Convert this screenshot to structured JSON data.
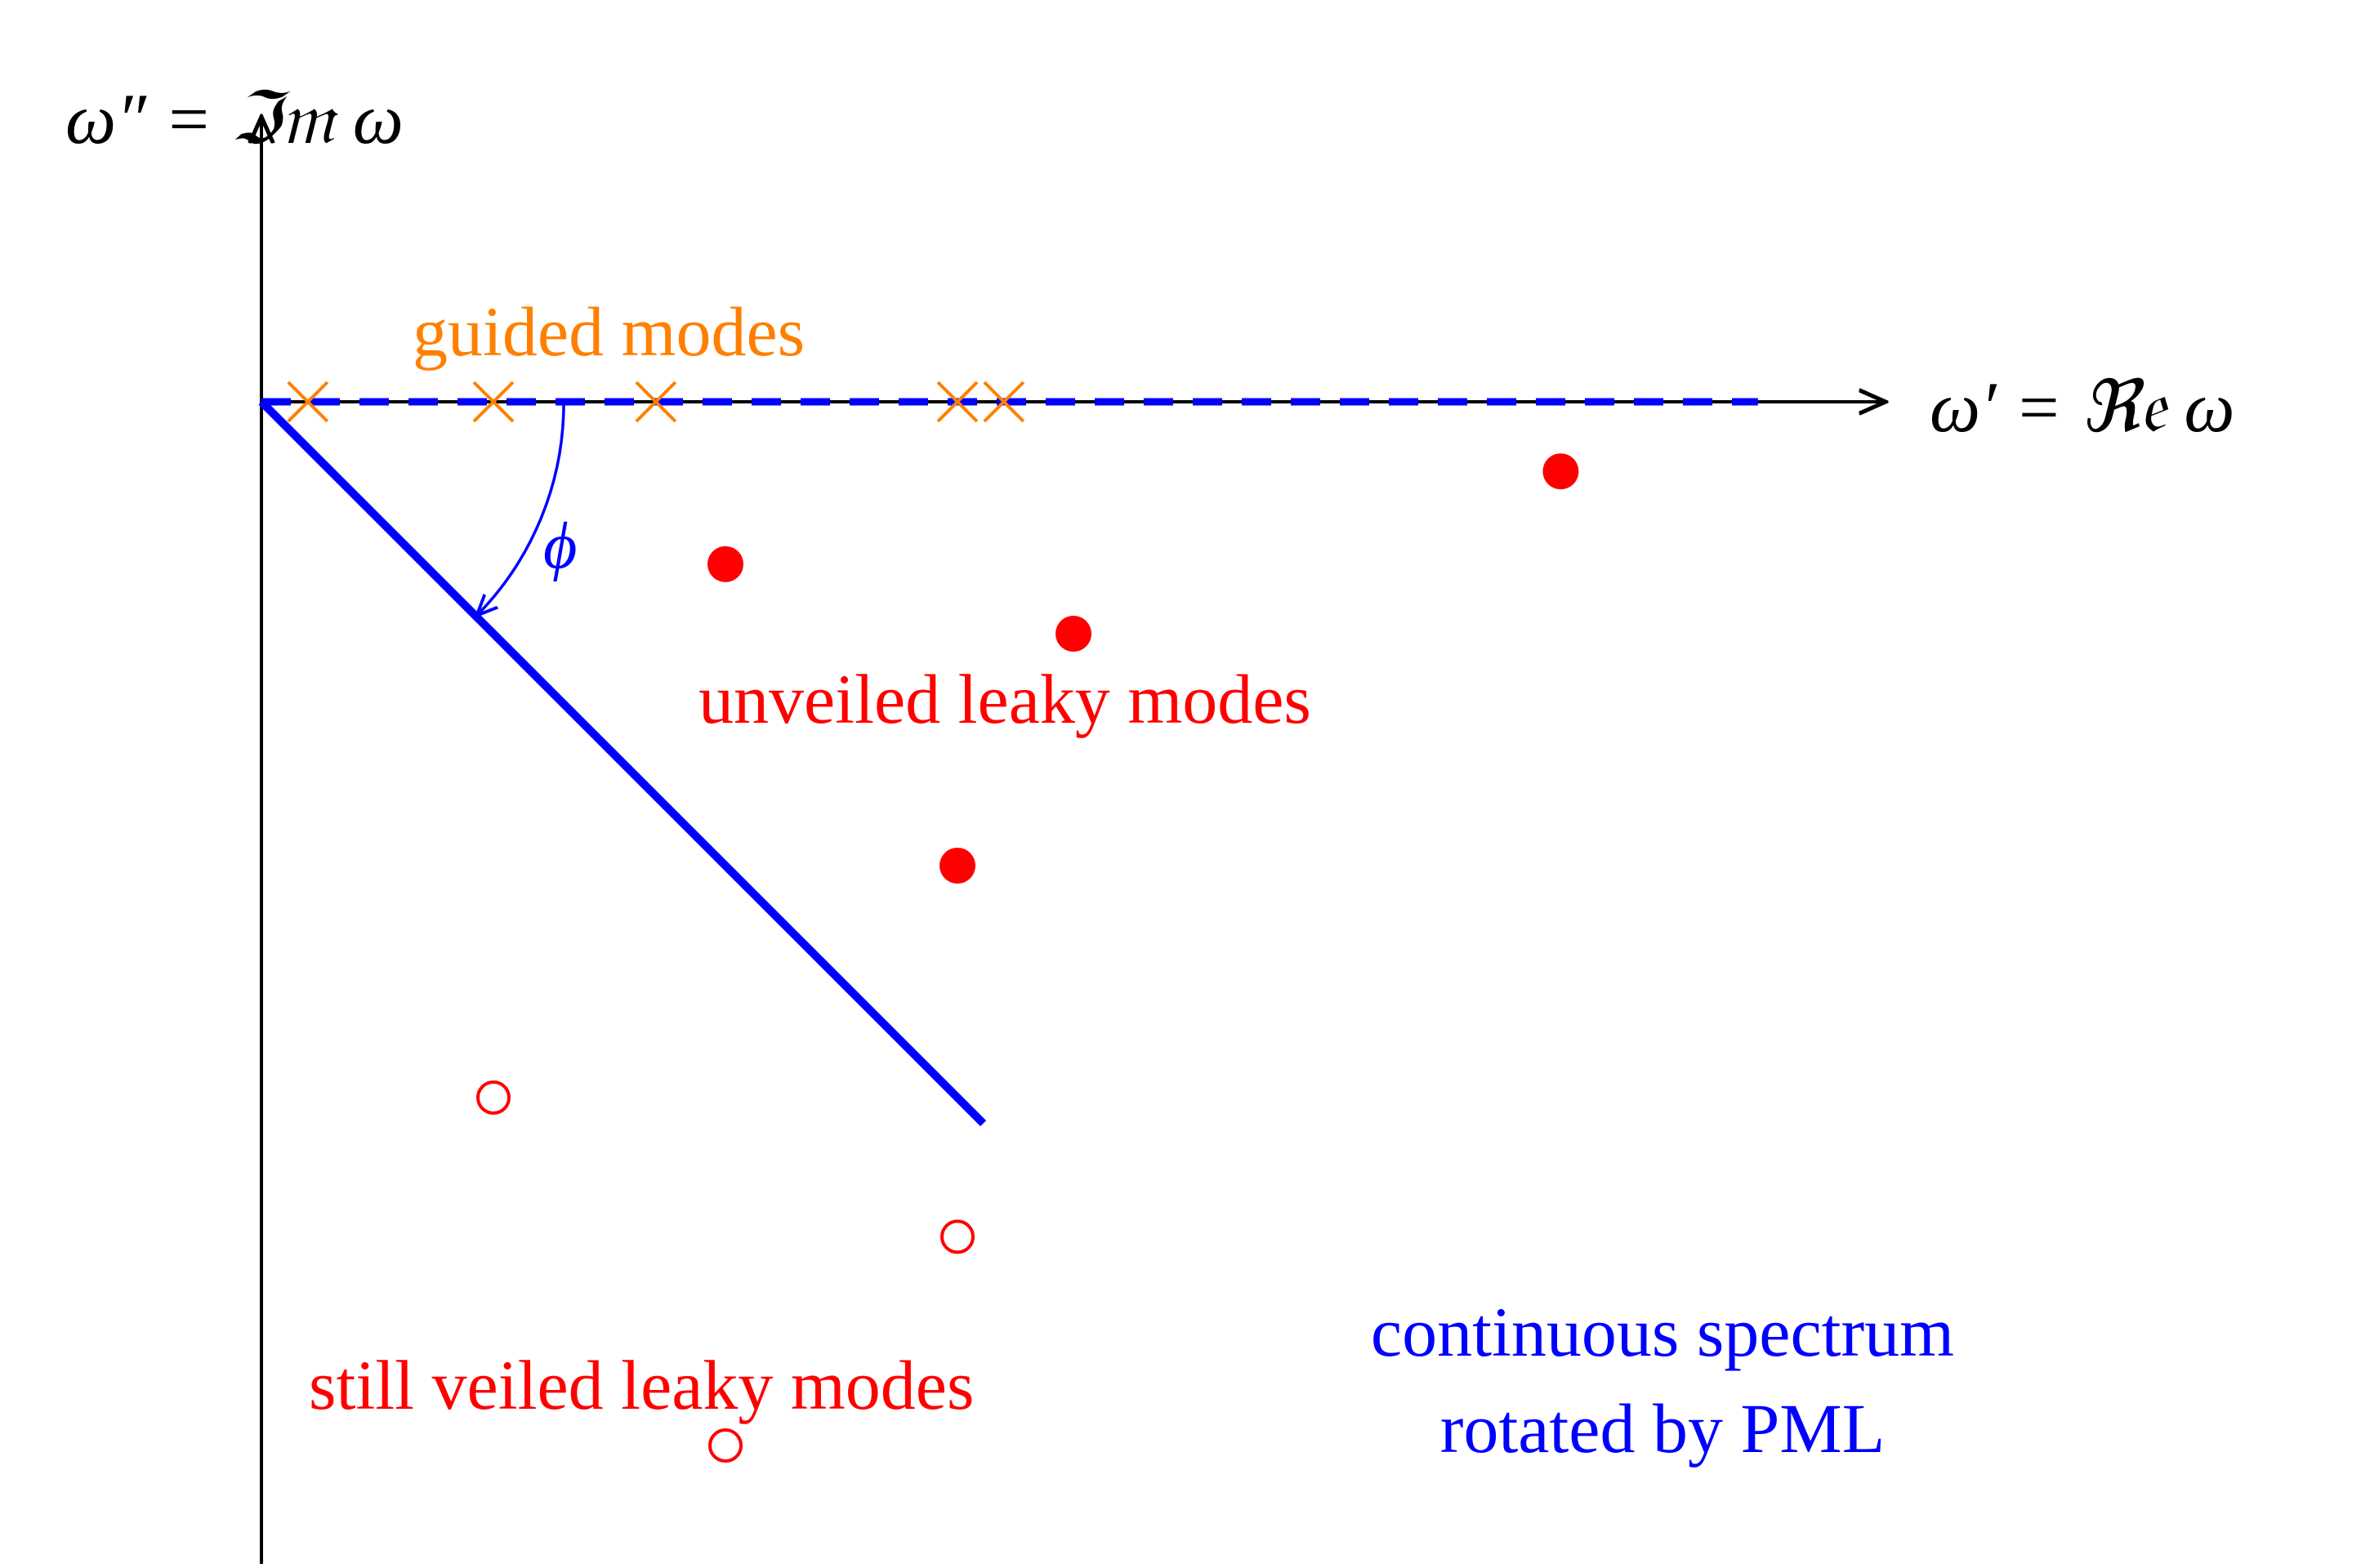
{
  "colors": {
    "axis": "#000000",
    "continuous": "#0000ff",
    "guided": "#ff8000",
    "leaky": "#ff0000"
  },
  "axes": {
    "x_label": "ω′ = ℜ𝔢 ω",
    "y_label": "ω″ = ℑ𝔪 ω"
  },
  "labels": {
    "guided_modes": "guided modes",
    "unveiled_leaky": "unveiled leaky modes",
    "still_veiled": "still veiled leaky modes",
    "continuous_line1": "continuous spectrum",
    "continuous_line2": "rotated by PML",
    "angle": "ϕ"
  },
  "icons": {
    "guided_marker": "cross-icon",
    "unveiled_marker": "filled-circle-icon",
    "veiled_marker": "hollow-circle-icon"
  },
  "chart_data": {
    "type": "scatter",
    "rotation_angle_deg": 45,
    "guided_modes": [
      0.2,
      1.0,
      1.7,
      3.0,
      3.2
    ],
    "unveiled_leaky_modes": [
      {
        "re": 2.0,
        "im": -0.7
      },
      {
        "re": 3.5,
        "im": -1.0
      },
      {
        "re": 5.6,
        "im": -0.3
      },
      {
        "re": 3.0,
        "im": -2.0
      }
    ],
    "still_veiled_leaky_modes": [
      {
        "re": 1.0,
        "im": -3.0
      },
      {
        "re": 3.0,
        "im": -3.6
      },
      {
        "re": 2.0,
        "im": -4.5
      }
    ],
    "continuous_spectrum": {
      "real_axis_extent": 6.45,
      "rotated_extent": 4.4
    },
    "axis_extent": {
      "x_max": 7.0,
      "y_max": 1.0,
      "y_min": -5.0
    }
  }
}
